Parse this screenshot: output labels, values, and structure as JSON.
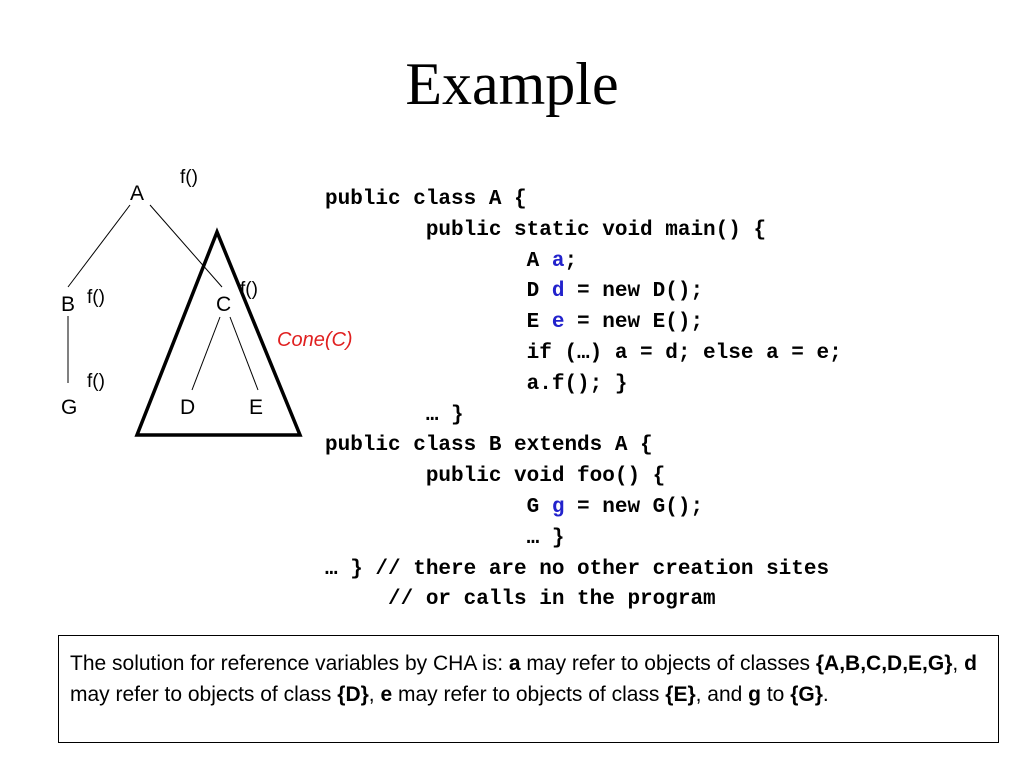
{
  "title": "Example",
  "diagram": {
    "nodes": {
      "A": "A",
      "B": "B",
      "C": "C",
      "D": "D",
      "E": "E",
      "G": "G"
    },
    "method_labels": {
      "A": "f()",
      "B": "f()",
      "C": "f()",
      "G": "f()"
    },
    "cone_label": "Cone(C)",
    "cone_color": "#e02020"
  },
  "code": {
    "variable_color": "#2222cc",
    "lines": [
      [
        {
          "t": "public class A {"
        }
      ],
      [
        {
          "t": "        public static void main() {"
        }
      ],
      [
        {
          "t": "                A "
        },
        {
          "t": "a",
          "var": true
        },
        {
          "t": ";"
        }
      ],
      [
        {
          "t": "                D "
        },
        {
          "t": "d",
          "var": true
        },
        {
          "t": " = new D();"
        }
      ],
      [
        {
          "t": "                E "
        },
        {
          "t": "e",
          "var": true
        },
        {
          "t": " = new E();"
        }
      ],
      [
        {
          "t": "                if (…) a = d; else a = e;"
        }
      ],
      [
        {
          "t": "                a.f(); }"
        }
      ],
      [
        {
          "t": "        … }"
        }
      ],
      [
        {
          "t": "public class B extends A {"
        }
      ],
      [
        {
          "t": "        public void foo() {"
        }
      ],
      [
        {
          "t": "                G "
        },
        {
          "t": "g",
          "var": true
        },
        {
          "t": " = new G();"
        }
      ],
      [
        {
          "t": "                … }"
        }
      ],
      [
        {
          "t": "… } // there are no other creation sites"
        }
      ],
      [
        {
          "t": "     // or calls in the program"
        }
      ]
    ]
  },
  "solution": {
    "segments": [
      {
        "t": "The solution for reference variables by CHA is: "
      },
      {
        "t": "a",
        "b": true
      },
      {
        "t": " may refer to objects of classes "
      },
      {
        "t": "{A,B,C,D,E,G}",
        "b": true
      },
      {
        "t": ", "
      },
      {
        "t": "d",
        "b": true
      },
      {
        "t": " may refer to objects of class "
      },
      {
        "t": "{D}",
        "b": true
      },
      {
        "t": ", "
      },
      {
        "t": "e",
        "b": true
      },
      {
        "t": " may refer to objects of class "
      },
      {
        "t": "{E}",
        "b": true
      },
      {
        "t": ", and "
      },
      {
        "t": "g",
        "b": true
      },
      {
        "t": " to "
      },
      {
        "t": "{G}",
        "b": true
      },
      {
        "t": "."
      }
    ]
  }
}
